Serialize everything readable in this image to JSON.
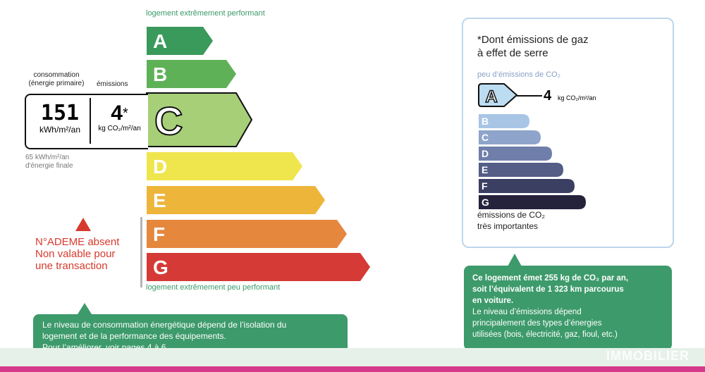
{
  "top_label": "logement extrêmement performant",
  "bottom_label": "logement extrêmement peu performant",
  "energy_classes": [
    {
      "letter": "A",
      "color": "#3a9a5b"
    },
    {
      "letter": "B",
      "color": "#5fb158"
    },
    {
      "letter": "C",
      "color": "#a7cf78"
    },
    {
      "letter": "D",
      "color": "#efe54d"
    },
    {
      "letter": "E",
      "color": "#eeb53b"
    },
    {
      "letter": "F",
      "color": "#e6873e"
    },
    {
      "letter": "G",
      "color": "#d53a36"
    }
  ],
  "current_class": "C",
  "consumption": {
    "label_line1": "consommation",
    "label_line2": "(énergie primaire)",
    "value": "151",
    "unit": "kWh/m²/an",
    "final_line1": "65 kWh/m²/an",
    "final_line2": "d'énergie finale"
  },
  "emissions": {
    "label": "émissions",
    "value": "4",
    "star": "*",
    "unit": "kg CO₂/m²/an"
  },
  "warning": {
    "line1": "N°ADEME absent",
    "line2": "Non valable pour",
    "line3": "une transaction"
  },
  "energy_bubble": {
    "line1": "Le niveau de consommation énergétique dépend de l’isolation du",
    "line2": "logement et de la performance des équipements.",
    "line3": "Pour l’améliorer, voir pages 4 à 6"
  },
  "co2_panel": {
    "title_line1": "*Dont émissions de gaz",
    "title_line2": "à effet de serre",
    "top_label": "peu d’émissions de CO₂",
    "current_letter": "A",
    "current_value": "4",
    "current_unit": "kg CO₂/m²/an",
    "classes": [
      {
        "letter": "B",
        "color": "#a8c5e6"
      },
      {
        "letter": "C",
        "color": "#8ea4cb"
      },
      {
        "letter": "D",
        "color": "#6f7fa9"
      },
      {
        "letter": "E",
        "color": "#535d86"
      },
      {
        "letter": "F",
        "color": "#3b3f62"
      },
      {
        "letter": "G",
        "color": "#25223c"
      }
    ],
    "a_color": "#bcdcf2",
    "bottom_line1": "émissions de CO₂",
    "bottom_line2": "très importantes"
  },
  "co2_bubble": {
    "line1": "Ce logement émet 255 kg de CO₂ par an,",
    "line2": "soit l’équivalent de 1 323 km parcourus",
    "line3": "en voiture.",
    "line4": "Le niveau d’émissions dépend",
    "line5": "principalement des types d’énergies",
    "line6": "utilisées (bois, électricité, gaz, fioul, etc.)"
  },
  "watermark": "IMMOBILIER"
}
